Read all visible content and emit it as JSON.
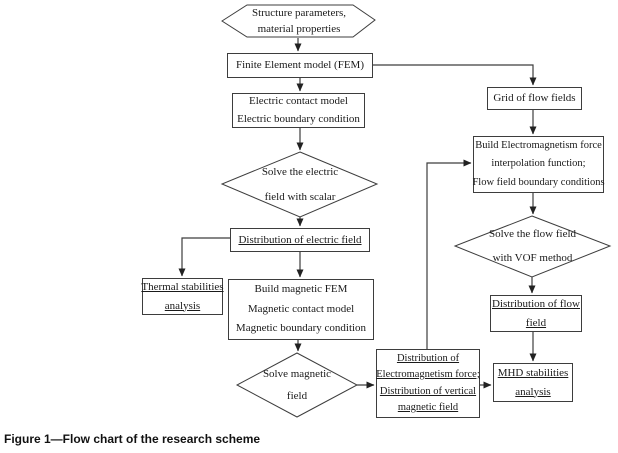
{
  "figure": {
    "caption": "Figure 1—Flow chart of the research scheme"
  },
  "colors": {
    "line": "#3d3d3d",
    "text": "#1a1a1a",
    "background": "#ffffff"
  },
  "nodes": {
    "structure_params": {
      "shape": "hexagon",
      "lines": [
        "Structure parameters,",
        "material properties"
      ]
    },
    "fem": {
      "shape": "rect",
      "lines": [
        "Finite Element model (FEM)"
      ]
    },
    "electric_contact": {
      "shape": "rect",
      "lines": [
        "Electric contact model",
        "Electric boundary condition"
      ]
    },
    "solve_electric": {
      "shape": "diamond",
      "lines": [
        "Solve the electric",
        "field with scalar"
      ]
    },
    "dist_electric": {
      "shape": "rect",
      "underlined": true,
      "lines": [
        "Distribution of electric field"
      ]
    },
    "thermal": {
      "shape": "rect",
      "underlined": true,
      "lines": [
        "Thermal stabilities",
        "analysis"
      ]
    },
    "build_magnetic": {
      "shape": "rect",
      "lines": [
        "Build magnetic FEM",
        "Magnetic contact model",
        "Magnetic boundary condition"
      ]
    },
    "solve_magnetic": {
      "shape": "diamond",
      "lines": [
        "Solve magnetic",
        "field"
      ]
    },
    "dist_em": {
      "shape": "rect",
      "underlined": true,
      "lines": [
        "Distribution of",
        "Electromagnetism force;",
        "Distribution of vertical",
        "magnetic field"
      ]
    },
    "grid_flow": {
      "shape": "rect",
      "lines": [
        "Grid of flow fields"
      ]
    },
    "build_em": {
      "shape": "rect",
      "lines": [
        "Build Electromagnetism force",
        "interpolation function;",
        "Flow field boundary conditions"
      ]
    },
    "solve_flow": {
      "shape": "diamond",
      "lines": [
        "Solve the flow field",
        "with VOF method"
      ]
    },
    "dist_flow": {
      "shape": "rect",
      "underlined": true,
      "lines": [
        "Distribution of flow",
        "field"
      ]
    },
    "mhd": {
      "shape": "rect",
      "underlined": true,
      "lines": [
        "MHD stabilities",
        "analysis"
      ]
    }
  },
  "edges": [
    {
      "from": "structure_params",
      "to": "fem"
    },
    {
      "from": "fem",
      "to": "electric_contact"
    },
    {
      "from": "fem",
      "to": "grid_flow"
    },
    {
      "from": "electric_contact",
      "to": "solve_electric"
    },
    {
      "from": "solve_electric",
      "to": "dist_electric"
    },
    {
      "from": "dist_electric",
      "to": "thermal"
    },
    {
      "from": "dist_electric",
      "to": "build_magnetic"
    },
    {
      "from": "build_magnetic",
      "to": "solve_magnetic"
    },
    {
      "from": "solve_magnetic",
      "to": "dist_em"
    },
    {
      "from": "dist_em",
      "to": "build_em"
    },
    {
      "from": "dist_em",
      "to": "mhd"
    },
    {
      "from": "grid_flow",
      "to": "build_em"
    },
    {
      "from": "build_em",
      "to": "solve_flow"
    },
    {
      "from": "solve_flow",
      "to": "dist_flow"
    },
    {
      "from": "dist_flow",
      "to": "mhd"
    }
  ]
}
